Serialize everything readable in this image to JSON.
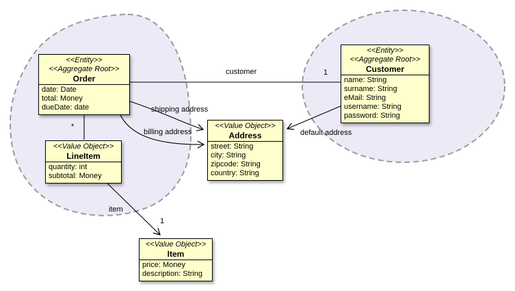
{
  "colors": {
    "background": "#ffffff",
    "class-fill": "#ffffcc",
    "class-border": "#000000",
    "boundary-fill": "#eceaf7",
    "boundary-border": "#9a9a9a",
    "connector": "#000000",
    "text": "#000000"
  },
  "classes": {
    "order": {
      "stereotypes": [
        "<<Entity>>",
        "<<Aggregate Root>>"
      ],
      "name": "Order",
      "attributes": [
        "date: Date",
        "total: Money",
        "dueDate: date"
      ]
    },
    "customer": {
      "stereotypes": [
        "<<Entity>>",
        "<<Aggregate Root>>"
      ],
      "name": "Customer",
      "attributes": [
        "name: String",
        "surname: String",
        "eMail: String",
        "username: String",
        "password: String"
      ]
    },
    "lineItem": {
      "stereotypes": [
        "<<Value Object>>"
      ],
      "name": "LineItem",
      "attributes": [
        "quantity: int",
        "subtotal: Money"
      ]
    },
    "address": {
      "stereotypes": [
        "<<Value Object>>"
      ],
      "name": "Address",
      "attributes": [
        "street: String",
        "city: String",
        "zipcode: String",
        "country: String"
      ]
    },
    "item": {
      "stereotypes": [
        "<<Value Object>>"
      ],
      "name": "Item",
      "attributes": [
        "price: Money",
        "description: String"
      ]
    }
  },
  "associations": {
    "customer": {
      "label": "customer",
      "multiplicity": "1"
    },
    "shippingAddress": {
      "label": "shipping address"
    },
    "billingAddress": {
      "label": "billing address"
    },
    "defaultAddress": {
      "label": "default address"
    },
    "lineItems": {
      "multiplicity": "*"
    },
    "item": {
      "label": "item",
      "multiplicity": "1"
    }
  }
}
